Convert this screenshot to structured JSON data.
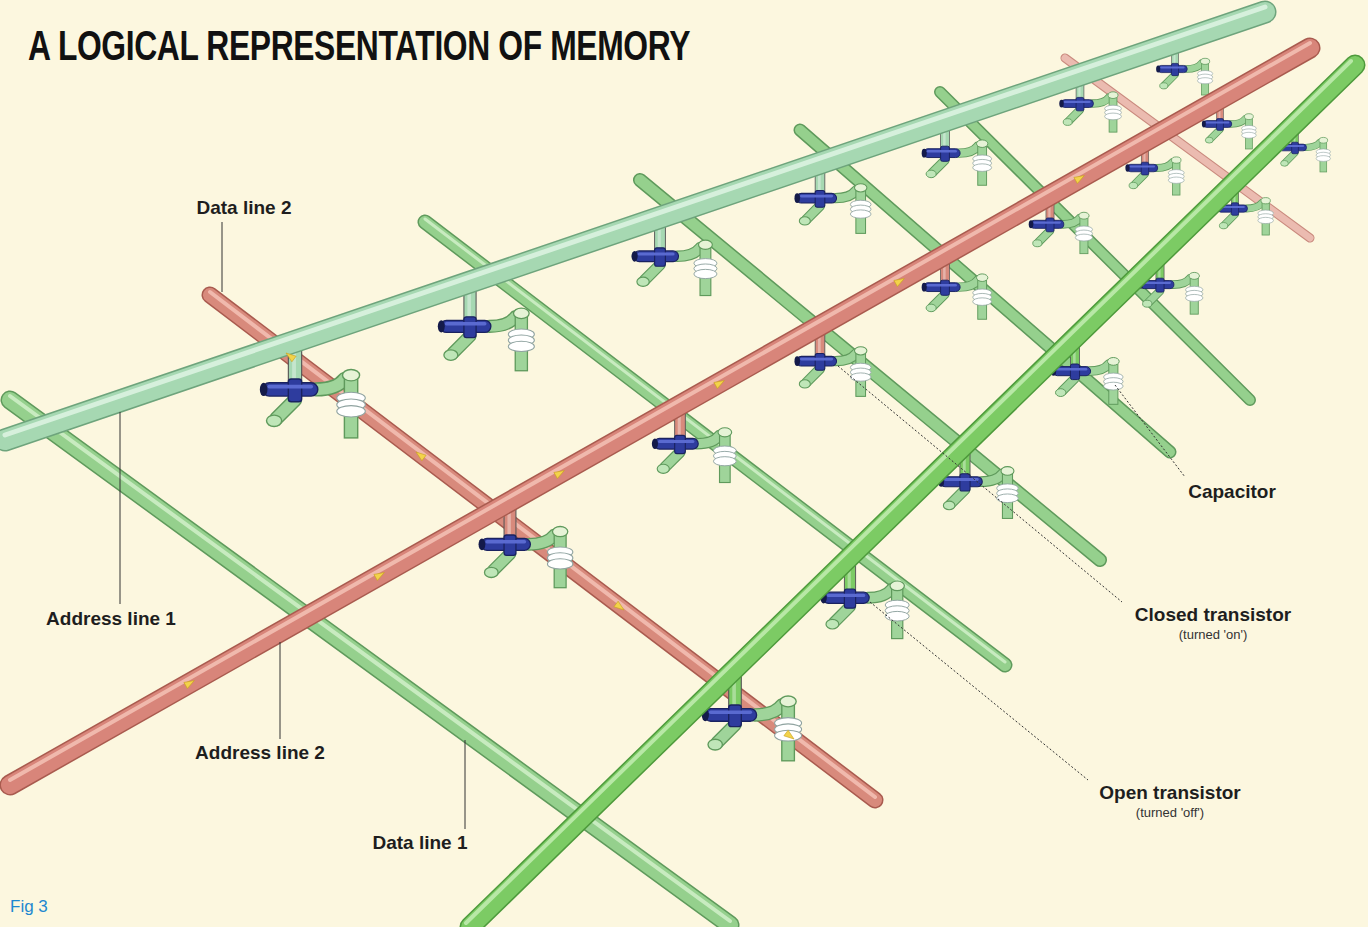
{
  "diagram": {
    "title": "A LOGICAL REPRESENTATION OF MEMORY",
    "caption": "Fig 3",
    "labels": [
      "Data line 2",
      "Address line 1",
      "Address line 2",
      "Data line 1",
      "Capacitor",
      "Closed transistor",
      "(turned 'on')",
      "Open transistor",
      "(turned 'off')"
    ]
  }
}
